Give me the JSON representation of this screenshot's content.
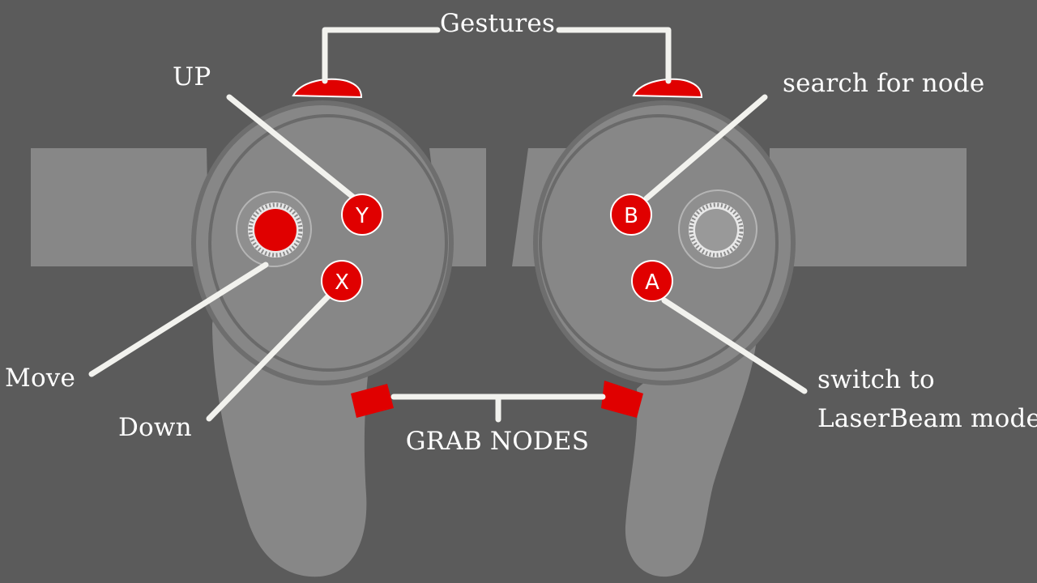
{
  "labels": {
    "gestures": "Gestures",
    "up": "UP",
    "search_for_node": "search for node",
    "move": "Move",
    "down": "Down",
    "grab_nodes": "GRAB NODES",
    "switch_line1": "switch to",
    "switch_line2": "LaserBeam mode"
  },
  "buttons": {
    "y": "Y",
    "x": "X",
    "b": "B",
    "a": "A"
  },
  "colors": {
    "background": "#5b5b5b",
    "controller_body": "#878787",
    "controller_ring_dark": "#6a6a6a",
    "controller_face": "#8c8c8c",
    "button_red": "#e00000",
    "callout_line": "#f2f2ee",
    "text": "#ffffff"
  }
}
